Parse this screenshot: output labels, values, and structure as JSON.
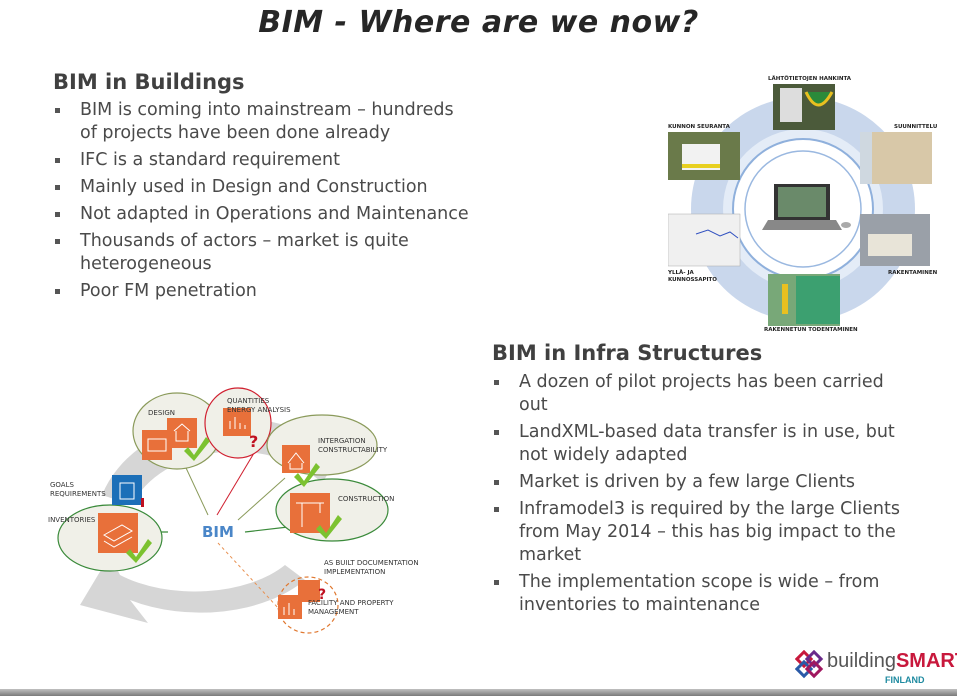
{
  "slide": {
    "title": "BIM - Where are we now?"
  },
  "buildings": {
    "heading": "BIM in Buildings",
    "bullets": [
      "BIM is coming into mainstream – hundreds of projects have been done already",
      "IFC is a standard requirement",
      "Mainly used in Design and Construction",
      "Not adapted in Operations and Maintenance",
      "Thousands of actors – market is quite heterogeneous",
      "Poor FM penetration"
    ]
  },
  "infra": {
    "heading": "BIM in Infra Structures",
    "bullets": [
      "A dozen of pilot projects has been carried out",
      "LandXML-based data transfer is in use, but not widely adapted",
      "Market is driven by a few large Clients",
      "Inframodel3 is required by the large Clients from May 2014 – this has big impact to the market",
      "The implementation scope is wide – from inventories to maintenance"
    ]
  },
  "infra_cycle": {
    "labels": {
      "top": "LÄHTÖTIETOJEN HANKINTA",
      "top_left": "KUNNON SEURANTA",
      "top_right": "SUUNNITTELU",
      "bottom_left": "YLLÄ- JA KUNNOSSAPITO",
      "bottom_right": "RAKENTAMINEN",
      "bottom": "RAKENNETUN TODENTAMINEN"
    }
  },
  "bim_diagram": {
    "center": "BIM",
    "nodes": {
      "design": "DESIGN",
      "quantities": "QUANTITIES ENERGY ANALYSIS",
      "integration": "INTERGATION CONSTRUCTABILITY",
      "construction": "CONSTRUCTION",
      "as_built": "AS BUILT DOCUMENTATION IMPLEMENTATION",
      "facility": "FACILITY AND PROPERTY MANAGEMENT",
      "inventories": "INVENTORIES",
      "goals": "GOALS REQUIREMENTS"
    },
    "colors": {
      "orange": "#e8703a",
      "blue": "#1c6fb8",
      "green_ring": "#5a9a3a",
      "red_ring": "#d02030",
      "check": "#7cc230",
      "bim_text": "#4a86c8"
    }
  },
  "logo": {
    "name_prefix": "building",
    "name_suffix": "SMART",
    "sub": "FINLAND"
  }
}
